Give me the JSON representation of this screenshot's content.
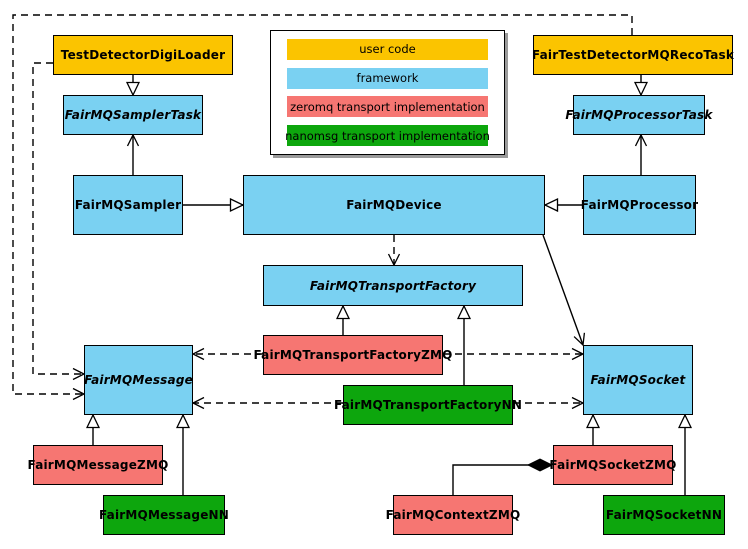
{
  "legend": {
    "items": [
      {
        "label": "user code",
        "color_key": "user_code"
      },
      {
        "label": "framework",
        "color_key": "framework"
      },
      {
        "label": "zeromq transport implementation",
        "color_key": "zeromq_impl"
      },
      {
        "label": "nanomsg transport implementation",
        "color_key": "nanomsg_impl"
      }
    ]
  },
  "nodes": {
    "digi_loader": "TestDetectorDigiLoader",
    "reco_task": "FairTestDetectorMQRecoTask",
    "sampler_task": "FairMQSamplerTask",
    "processor_task": "FairMQProcessorTask",
    "sampler": "FairMQSampler",
    "device": "FairMQDevice",
    "processor": "FairMQProcessor",
    "transport_factory": "FairMQTransportFactory",
    "transport_factory_zmq": "FairMQTransportFactoryZMQ",
    "transport_factory_nn": "FairMQTransportFactoryNN",
    "message": "FairMQMessage",
    "socket": "FairMQSocket",
    "message_zmq": "FairMQMessageZMQ",
    "message_nn": "FairMQMessageNN",
    "context_zmq": "FairMQContextZMQ",
    "socket_zmq": "FairMQSocketZMQ",
    "socket_nn": "FairMQSocketNN"
  },
  "colors": {
    "user_code": "#fbc400",
    "framework": "#7ad1f2",
    "zeromq_impl": "#f67672",
    "nanomsg_impl": "#0da60d",
    "line": "#000000",
    "legend_shadow": "#9a9a9a"
  }
}
